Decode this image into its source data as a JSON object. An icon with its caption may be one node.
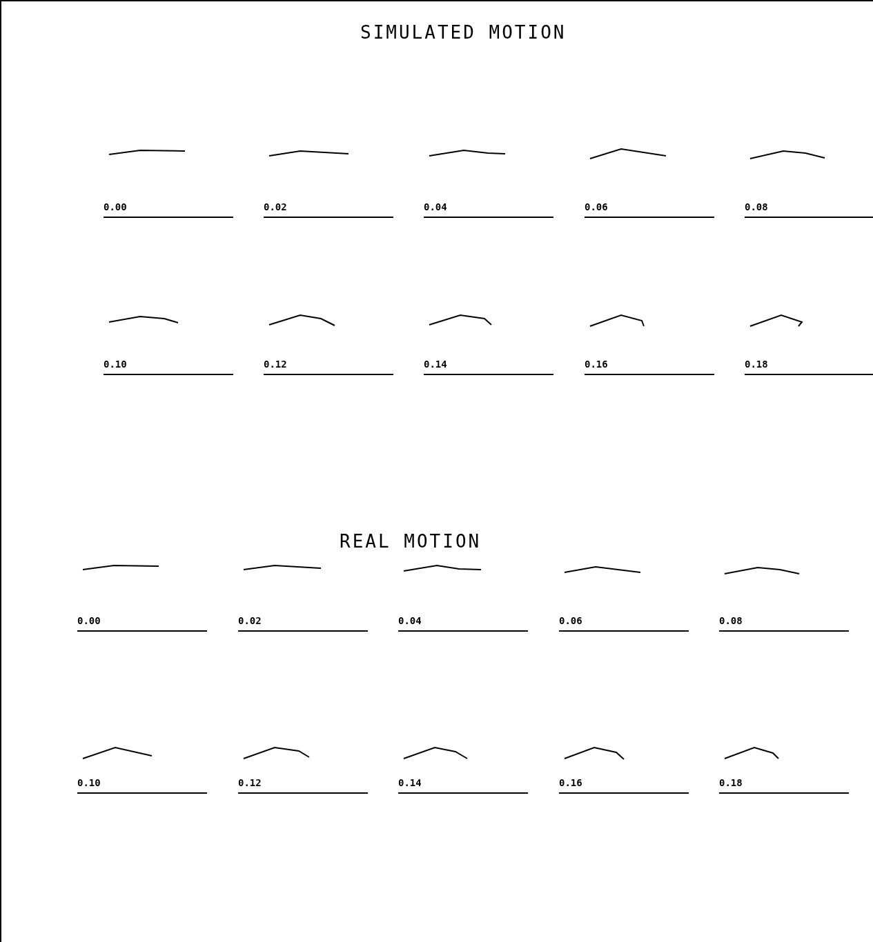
{
  "diagram": {
    "title": "SIMULATED MOTION",
    "labels": [
      "0.00",
      "0.02",
      "0.04",
      "0.06",
      "0.08",
      "0.10",
      "0.12",
      "0.14",
      "0.16",
      "0.18",
      "REAL MOTION",
      "0.00",
      "0.02",
      "0.04",
      "0.06",
      "0.08",
      "0.10",
      "0.12",
      "0.14",
      "0.16",
      "0.18"
    ]
  }
}
